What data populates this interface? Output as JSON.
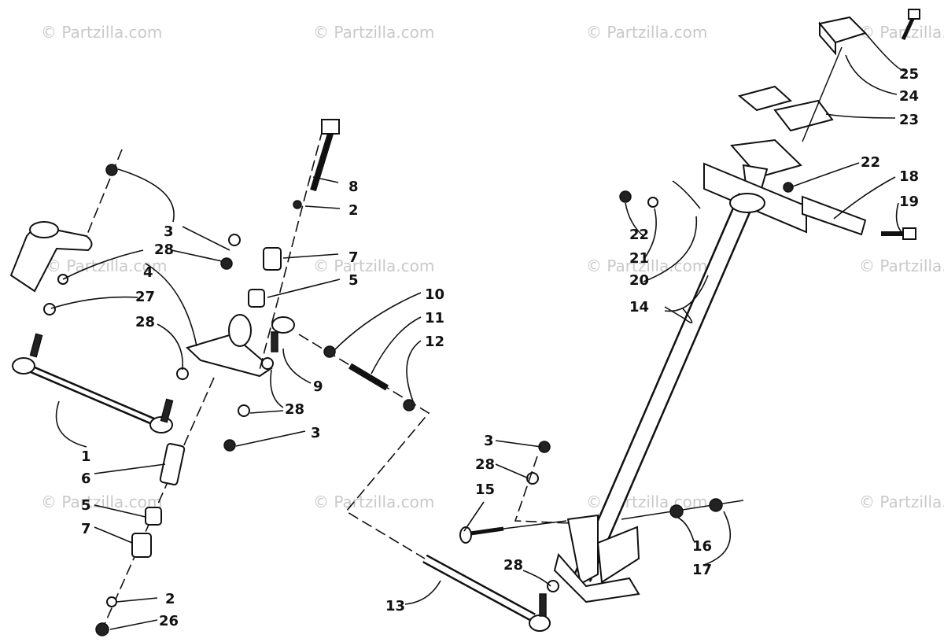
{
  "watermark": "© Partzilla.com",
  "callouts": {
    "c1": "1",
    "c2a": "2",
    "c2b": "2",
    "c3a": "3",
    "c3b": "3",
    "c3c": "3",
    "c4": "4",
    "c5a": "5",
    "c5b": "5",
    "c6": "6",
    "c7a": "7",
    "c7b": "7",
    "c8": "8",
    "c9": "9",
    "c10": "10",
    "c11": "11",
    "c12": "12",
    "c13": "13",
    "c14": "14",
    "c15": "15",
    "c16": "16",
    "c17": "17",
    "c18": "18",
    "c19": "19",
    "c20": "20",
    "c21": "21",
    "c22a": "22",
    "c22b": "22",
    "c23": "23",
    "c24": "24",
    "c25": "25",
    "c26": "26",
    "c27": "27",
    "c28a": "28",
    "c28b": "28",
    "c28c": "28",
    "c28d": "28",
    "c28e": "28"
  }
}
